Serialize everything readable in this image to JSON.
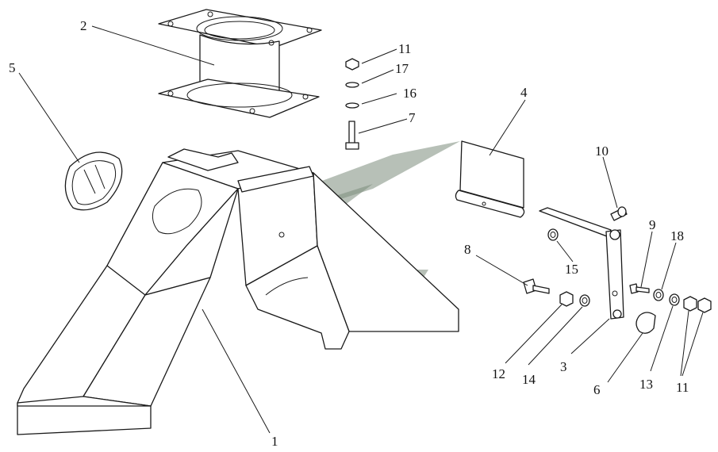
{
  "callouts": [
    {
      "id": "c1",
      "label": "1"
    },
    {
      "id": "c2",
      "label": "2"
    },
    {
      "id": "c3",
      "label": "3"
    },
    {
      "id": "c4",
      "label": "4"
    },
    {
      "id": "c5",
      "label": "5"
    },
    {
      "id": "c6",
      "label": "6"
    },
    {
      "id": "c7",
      "label": "7"
    },
    {
      "id": "c8",
      "label": "8"
    },
    {
      "id": "c9",
      "label": "9"
    },
    {
      "id": "c10",
      "label": "10"
    },
    {
      "id": "c11a",
      "label": "11"
    },
    {
      "id": "c11b",
      "label": "11"
    },
    {
      "id": "c12",
      "label": "12"
    },
    {
      "id": "c13",
      "label": "13"
    },
    {
      "id": "c14",
      "label": "14"
    },
    {
      "id": "c15",
      "label": "15"
    },
    {
      "id": "c16",
      "label": "16"
    },
    {
      "id": "c17",
      "label": "17"
    },
    {
      "id": "c18",
      "label": "18"
    }
  ],
  "colors": {
    "line": "#1a1a1a",
    "watermark": "#7b8c7b",
    "background": "#ffffff"
  }
}
